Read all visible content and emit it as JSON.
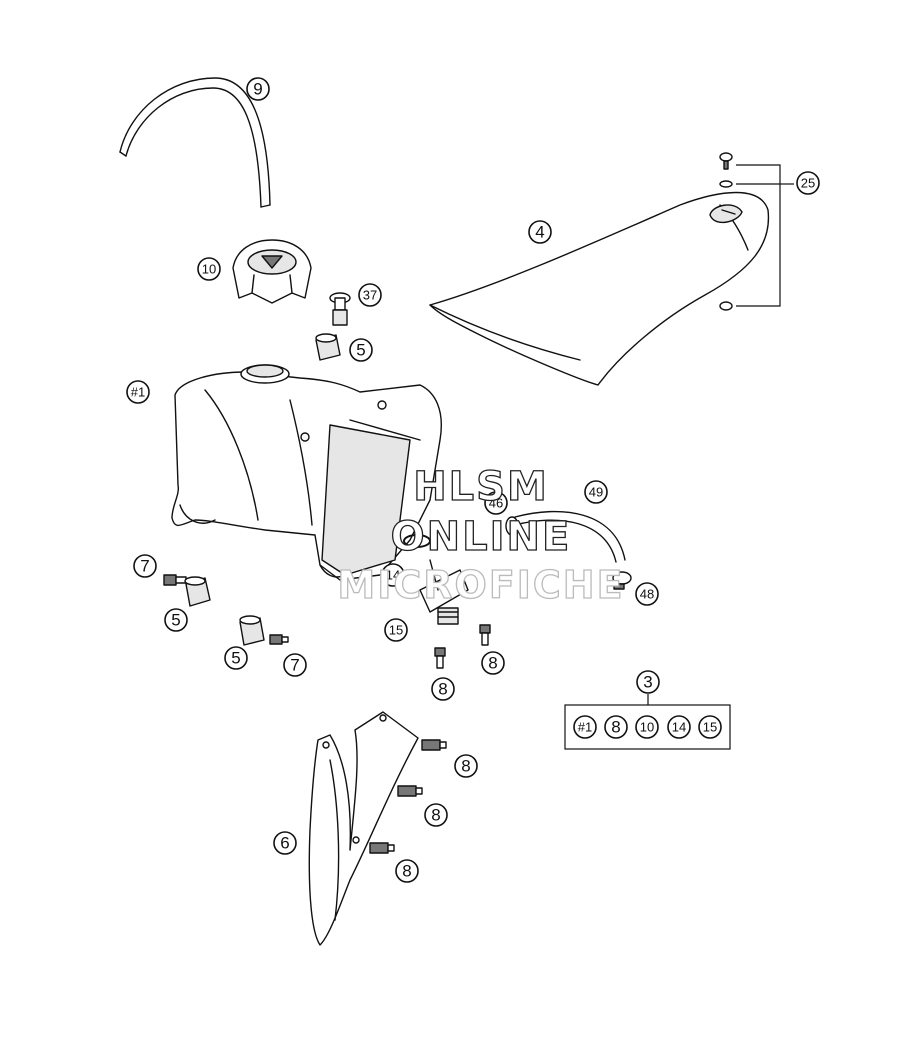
{
  "callouts": {
    "c9": "9",
    "c25": "25",
    "c10": "10",
    "c4": "4",
    "c37": "37",
    "c5a": "5",
    "c1": "#1",
    "c49": "49",
    "c46": "46",
    "c7a": "7",
    "c14": "14",
    "c48": "48",
    "c5b": "5",
    "c15": "15",
    "c8a": "8",
    "c5c": "5",
    "c7b": "7",
    "c8b": "8",
    "c3": "3",
    "c8c": "8",
    "c8d": "8",
    "c6": "6",
    "c8e": "8"
  },
  "kit": {
    "items": [
      "#1",
      "8",
      "10",
      "14",
      "15"
    ]
  },
  "watermark": {
    "line1": "HLSM",
    "line2": "ONLINE",
    "line3": "MICROFICHE"
  }
}
